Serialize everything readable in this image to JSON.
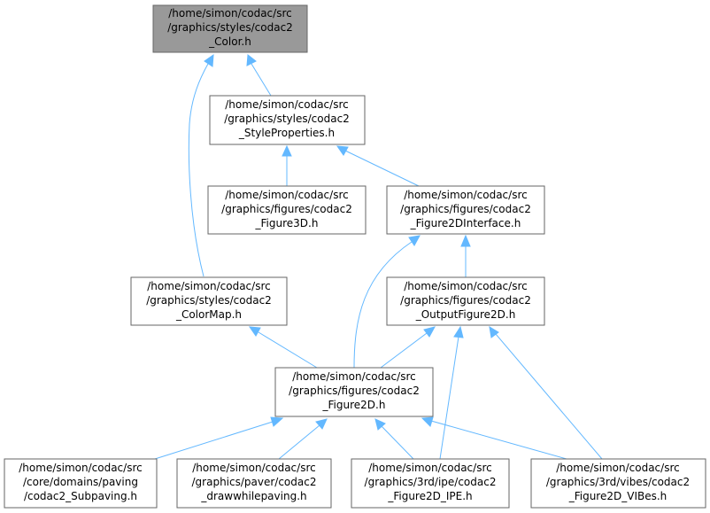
{
  "colors": {
    "root_fill": "#999999",
    "node_fill": "#ffffff",
    "node_border": "#666666",
    "edge": "#63b8ff"
  },
  "nodes": {
    "color": [
      "/home/simon/codac/src",
      "/graphics/styles/codac2",
      "_Color.h"
    ],
    "style_properties": [
      "/home/simon/codac/src",
      "/graphics/styles/codac2",
      "_StyleProperties.h"
    ],
    "figure3d": [
      "/home/simon/codac/src",
      "/graphics/figures/codac2",
      "_Figure3D.h"
    ],
    "figure2d_interface": [
      "/home/simon/codac/src",
      "/graphics/figures/codac2",
      "_Figure2DInterface.h"
    ],
    "colormap": [
      "/home/simon/codac/src",
      "/graphics/styles/codac2",
      "_ColorMap.h"
    ],
    "output_figure2d": [
      "/home/simon/codac/src",
      "/graphics/figures/codac2",
      "_OutputFigure2D.h"
    ],
    "figure2d": [
      "/home/simon/codac/src",
      "/graphics/figures/codac2",
      "_Figure2D.h"
    ],
    "subpaving": [
      "/home/simon/codac/src",
      "/core/domains/paving",
      "/codac2_Subpaving.h"
    ],
    "drawwhilepaving": [
      "/home/simon/codac/src",
      "/graphics/paver/codac2",
      "_drawwhilepaving.h"
    ],
    "figure2d_ipe": [
      "/home/simon/codac/src",
      "/graphics/3rd/ipe/codac2",
      "_Figure2D_IPE.h"
    ],
    "figure2d_vibes": [
      "/home/simon/codac/src",
      "/graphics/3rd/vibes/codac2",
      "_Figure2D_VIBes.h"
    ]
  }
}
